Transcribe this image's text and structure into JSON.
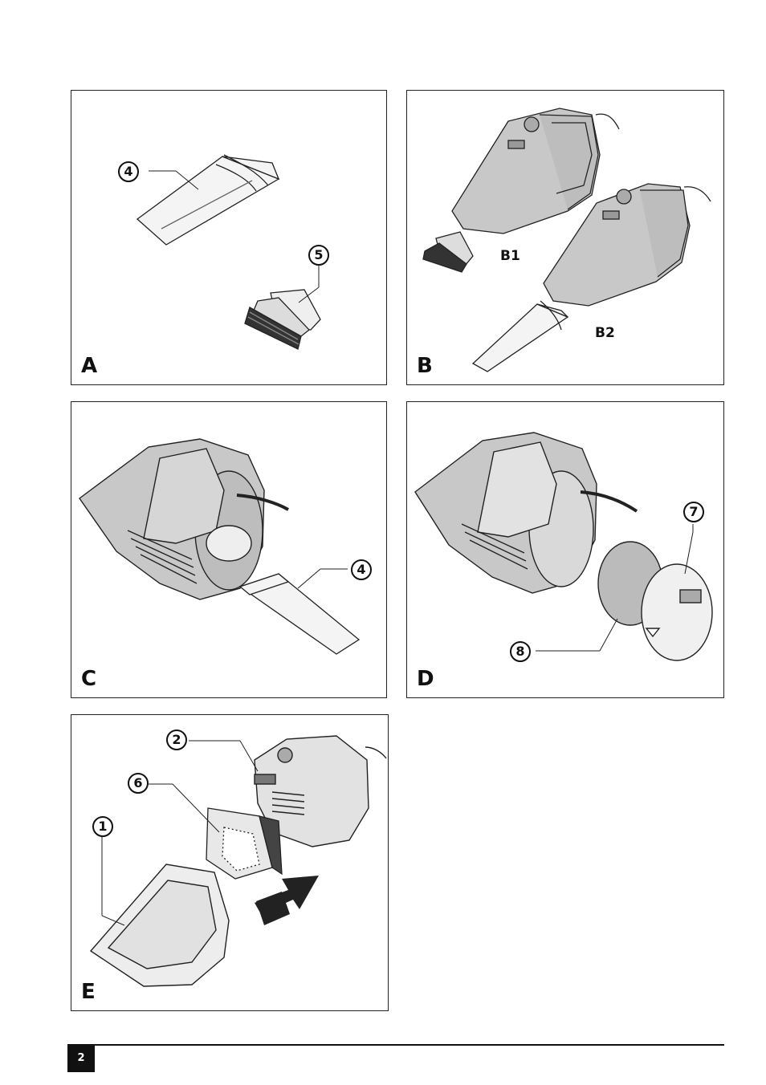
{
  "panels": {
    "a": {
      "letter": "A",
      "callouts": [
        "4",
        "5"
      ]
    },
    "b": {
      "letter": "B",
      "sub_labels": [
        "B1",
        "B2"
      ]
    },
    "c": {
      "letter": "C",
      "callouts": [
        "4"
      ]
    },
    "d": {
      "letter": "D",
      "callouts": [
        "7",
        "8"
      ]
    },
    "e": {
      "letter": "E",
      "callouts": [
        "2",
        "6",
        "1"
      ]
    }
  },
  "footer": {
    "page_number": "2"
  }
}
